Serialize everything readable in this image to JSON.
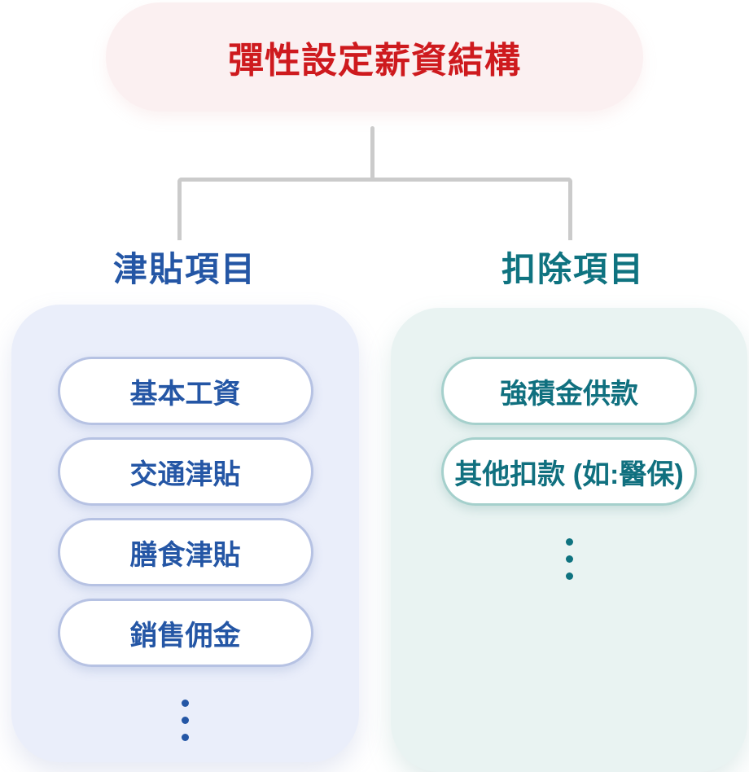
{
  "diagram": {
    "title": "彈性設定薪資結構",
    "branches": [
      {
        "id": "allowance",
        "heading": "津貼項目",
        "items": [
          "基本工資",
          "交通津貼",
          "膳食津貼",
          "銷售佣金"
        ],
        "more_indicator": "vertical-ellipsis"
      },
      {
        "id": "deduction",
        "heading": "扣除項目",
        "items": [
          "強積金供款",
          "其他扣款 (如:醫保)"
        ],
        "more_indicator": "vertical-ellipsis"
      }
    ],
    "colors": {
      "title_text": "#ce1a1e",
      "title_bg": "#fbf0f1",
      "connector": "#cbcbcb",
      "allowance_accent": "#2456a5",
      "allowance_panel_bg": "#eaeefa",
      "allowance_chip_border": "#b6c2e3",
      "deduction_accent": "#0f7380",
      "deduction_panel_bg": "#e9f3f2",
      "deduction_chip_border": "#a5d0cc"
    }
  }
}
